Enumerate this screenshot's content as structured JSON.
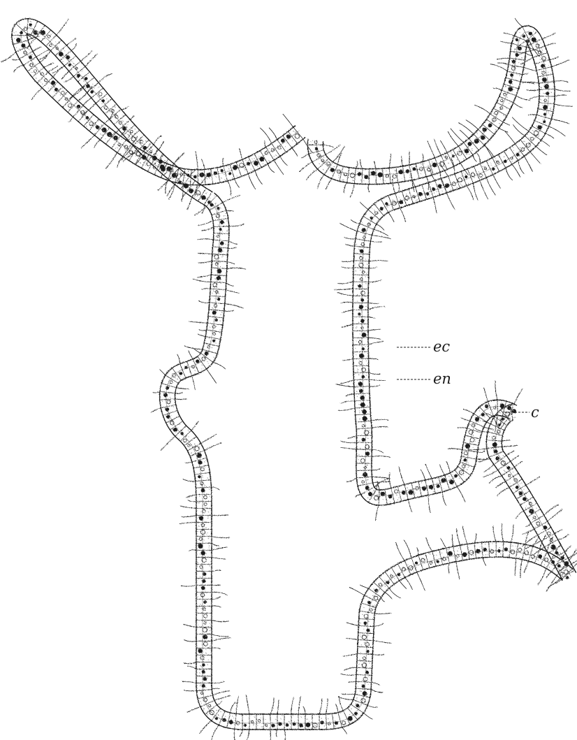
{
  "figure": {
    "labels": {
      "ec": "ec",
      "en": "en",
      "c": "c"
    }
  },
  "colors": {
    "ink": "#1c1c1c",
    "paper": "#ffffff",
    "cell_shading": "#8a8a8a"
  }
}
